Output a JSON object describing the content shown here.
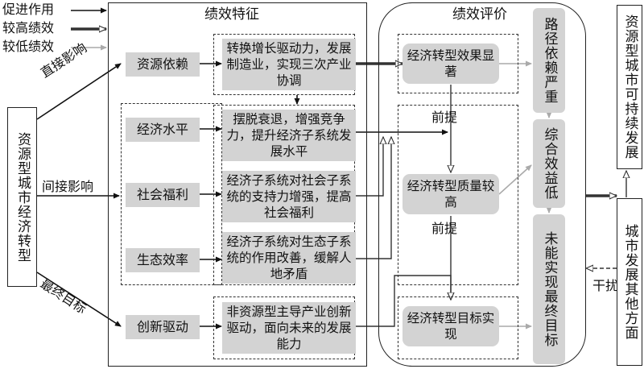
{
  "legend": {
    "promote": "促进作用",
    "higher": "较高绩效",
    "lower": "较低绩效"
  },
  "left_box": "资源型城市经济转型",
  "arrow_labels": {
    "direct": "直接影响",
    "indirect": "间接影响",
    "final": "最终目标",
    "interference": "干扰",
    "premise_1": "前提",
    "premise_2": "前提"
  },
  "section_titles": {
    "features": "绩效特征",
    "evaluation": "绩效评价"
  },
  "features": {
    "resource": "资源依赖",
    "economy": "经济水平",
    "welfare": "社会福利",
    "ecology": "生态效率",
    "innovation": "创新驱动"
  },
  "descriptions": {
    "d1": "转换增长驱动力，发展制造业，实现三次产业协调",
    "d2": "摆脱衰退，增强竞争力，提升经济子系统发展水平",
    "d3": "经济子系统对社会子系统的支持力增强，提高社会福利",
    "d4": "经济子系统对生态子系统的作用改善，缓解人地矛盾",
    "d5": "非资源型主导产业创新驱动，面向未来的发展能力"
  },
  "evaluation": {
    "e1": "经济转型效果显著",
    "e2": "经济转型质量较高",
    "e3": "经济转型目标实现"
  },
  "outcomes": {
    "o1": "路径依赖严重",
    "o2": "综合效益低",
    "o3": "未能实现最终目标"
  },
  "right_boxes": {
    "sustainable": "资源型城市可持续发展",
    "other": "城市发展其他方面"
  }
}
